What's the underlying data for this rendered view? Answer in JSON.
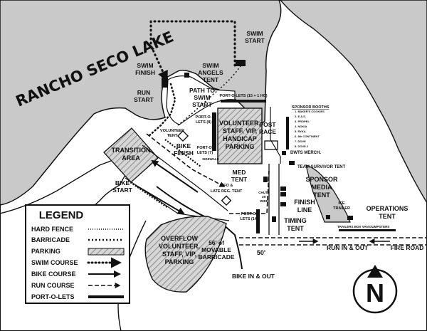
{
  "map": {
    "lake_name": "RANCHO SECO LAKE",
    "labels": {
      "swim_start": [
        "SWIM",
        "START"
      ],
      "swim_finish": [
        "SWIM",
        "FINISH"
      ],
      "swim_angels_tent": [
        "SWIM",
        "ANGELS",
        "TENT"
      ],
      "run_start": [
        "RUN",
        "START"
      ],
      "path_to_swim_start": [
        "PATH TO",
        "SWIM",
        "START"
      ],
      "port_o_lets_15": "PORT-O-LETS (15 + 1 HC)",
      "port_o_lets_8": [
        "PORT-O-",
        "LETS (8)"
      ],
      "port_o_lets_7": [
        "PORT-O-",
        "LETS (7)"
      ],
      "volunteer_tent": [
        "VOLUNTEER",
        "TENT"
      ],
      "volunteer_parking": [
        "VOLUNTEER,",
        "STAFF, VIP,",
        "HANDICAP",
        "PARKING"
      ],
      "sidewalk": "SIDEWALK",
      "post_race": [
        "POST",
        "RACE"
      ],
      "sponsor_booths": "SPONSOR BOOTHS",
      "sponsor_list": [
        "1. BAKER'S COOKIES",
        "2. E.A.S.",
        "3. PROPEL",
        "4. NOKIA",
        "5. RYKA",
        "6. 8th CONTINENT",
        "7. DOVE",
        "8. DOVE 2"
      ],
      "dwts_merch": "DWTS MERCH.",
      "team_survivor_tent": "TEAM SURVIVOR TENT",
      "sponsor_media_tent": [
        "SPONSOR",
        "MEDIA",
        "TENT"
      ],
      "transition_area": [
        "TRANSITION",
        "AREA"
      ],
      "bike_finish": [
        "BIKE",
        "FINISH"
      ],
      "bike_start": [
        "BIKE",
        "START"
      ],
      "med_tent": [
        "MED",
        "TENT"
      ],
      "info_tent": [
        "INFO &",
        "LATE REG. TENT"
      ],
      "chute": [
        "CHUTE",
        "25'",
        "WIDE"
      ],
      "finish_line": [
        "FINISH",
        "LINE"
      ],
      "timing_tent": [
        "TIMING",
        "TENT"
      ],
      "port_o_lets_14": [
        "PORT-O-",
        "LETS (14)"
      ],
      "ice_trailer": [
        "ICE",
        "TRAILER"
      ],
      "operations_tent": [
        "OPERATIONS",
        "TENT"
      ],
      "trailers_row": "TRAILERS   BOX VAN   DUMPSTERS",
      "run_in_out": "RUN IN & OUT",
      "fire_road": "FIRE ROAD",
      "overflow_parking": [
        "OVERFLOW",
        "VOLUNTEER,",
        "STAFF, VIP,",
        "PARKING"
      ],
      "movable_barricade": [
        "56' of",
        "MOVABLE",
        "BARRICADE"
      ],
      "fifty_feet": "50'",
      "bike_in_out": "BIKE IN & OUT",
      "north": "N"
    }
  },
  "legend": {
    "title": "LEGEND",
    "items": [
      {
        "label": "HARD FENCE",
        "style": "fence"
      },
      {
        "label": "BARRICADE",
        "style": "barricade"
      },
      {
        "label": "PARKING",
        "style": "parking"
      },
      {
        "label": "SWIM COURSE",
        "style": "swim"
      },
      {
        "label": "BIKE COURSE",
        "style": "bike"
      },
      {
        "label": "RUN COURSE",
        "style": "run"
      },
      {
        "label": "PORT-O-LETS",
        "style": "portolets"
      }
    ]
  },
  "colors": {
    "lake": "#c9c9c9",
    "land": "#ffffff",
    "ink": "#111111",
    "parking_fill": "#cfcfcf",
    "parking_hatch": "#8a8a8a"
  }
}
